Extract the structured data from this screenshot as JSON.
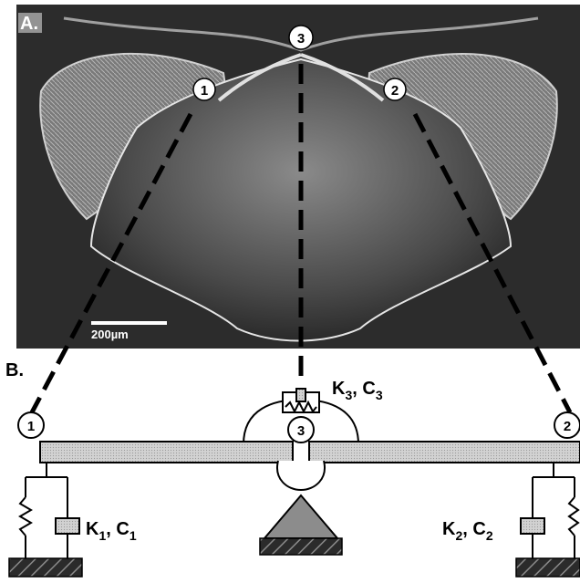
{
  "panels": {
    "a": "A.",
    "b": "B."
  },
  "scale_bar": {
    "label": "200µm"
  },
  "markers": [
    "1",
    "2",
    "3"
  ],
  "elements": {
    "spring_damper_1": {
      "k": "K",
      "k_sub": "1",
      "c": "C",
      "c_sub": "1"
    },
    "spring_damper_2": {
      "k": "K",
      "k_sub": "2",
      "c": "C",
      "c_sub": "2"
    },
    "spring_damper_3": {
      "k": "K",
      "k_sub": "3",
      "c": "C",
      "c_sub": "3"
    }
  },
  "colors": {
    "beam": "#c8c8c8",
    "pivot": "#8c8c8c",
    "ground": "#3a3a3a",
    "photo_bg": "#2a2a2a"
  }
}
